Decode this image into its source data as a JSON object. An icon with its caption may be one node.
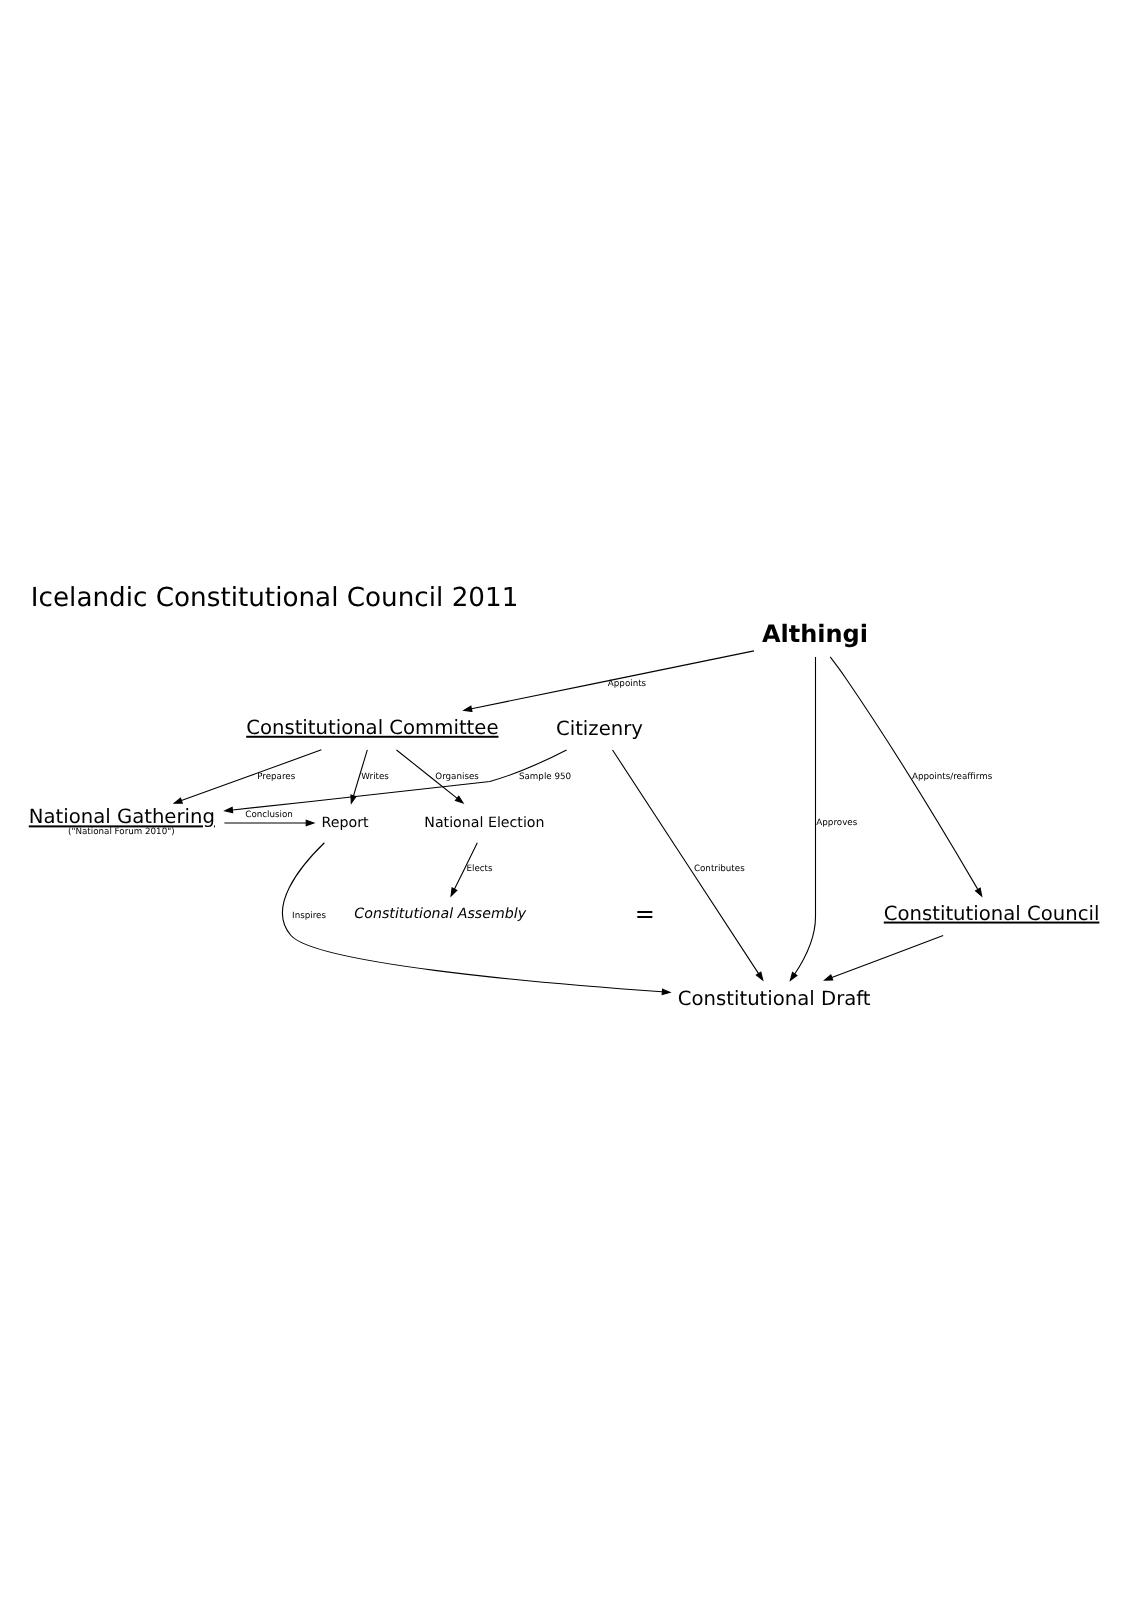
{
  "diagram": {
    "title": "Icelandic Constitutional Council 2011",
    "nodes": [
      {
        "text": [
          "Althingi"
        ]
      },
      {
        "text": [
          "Constitutional Committee"
        ]
      },
      {
        "text": [
          "National Gathering"
        ],
        "beside": [
          "(\"National Forum 2010\")"
        ]
      },
      {
        "text": [
          "Report"
        ]
      },
      {
        "text": [
          "National Election"
        ]
      },
      {
        "text": [
          "Citizenry"
        ]
      },
      {
        "text": [
          "Constitutional Assembly"
        ]
      },
      {
        "text": [
          "Constitutional Council"
        ]
      },
      {
        "text": [
          "Constitutional Draft"
        ]
      }
    ],
    "edges": [
      {
        "from": 0,
        "to": 8,
        "arrow": "to",
        "label": "Approves"
      },
      {
        "from": 0,
        "to": 1,
        "arrow": "to",
        "label": "Appoints"
      },
      {
        "from": 0,
        "to": 7,
        "arrow": "to",
        "label": "Appoints/reaffirms"
      },
      {
        "from": 1,
        "to": 2,
        "arrow": "to",
        "label": "Prepares"
      },
      {
        "from": 1,
        "to": 3,
        "arrow": "to",
        "label": "Writes"
      },
      {
        "from": 1,
        "to": 4,
        "arrow": "to",
        "label": "Organises"
      },
      {
        "from": 2,
        "to": 3,
        "arrow": "to",
        "label": "Conclusion"
      },
      {
        "from": 5,
        "to": 2,
        "arrow": "to",
        "label": "Sample 950"
      },
      {
        "from": 3,
        "to": 8,
        "arrow": "to",
        "label": "Inspires"
      },
      {
        "from": 4,
        "to": 6,
        "arrow": "to",
        "label": "Elects"
      },
      {
        "from": 5,
        "to": 8,
        "arrow": "to",
        "label": "Contributes"
      },
      {
        "from": 7,
        "to": 8,
        "arrow": "to"
      }
    ],
    "labels": [
      "="
    ]
  }
}
